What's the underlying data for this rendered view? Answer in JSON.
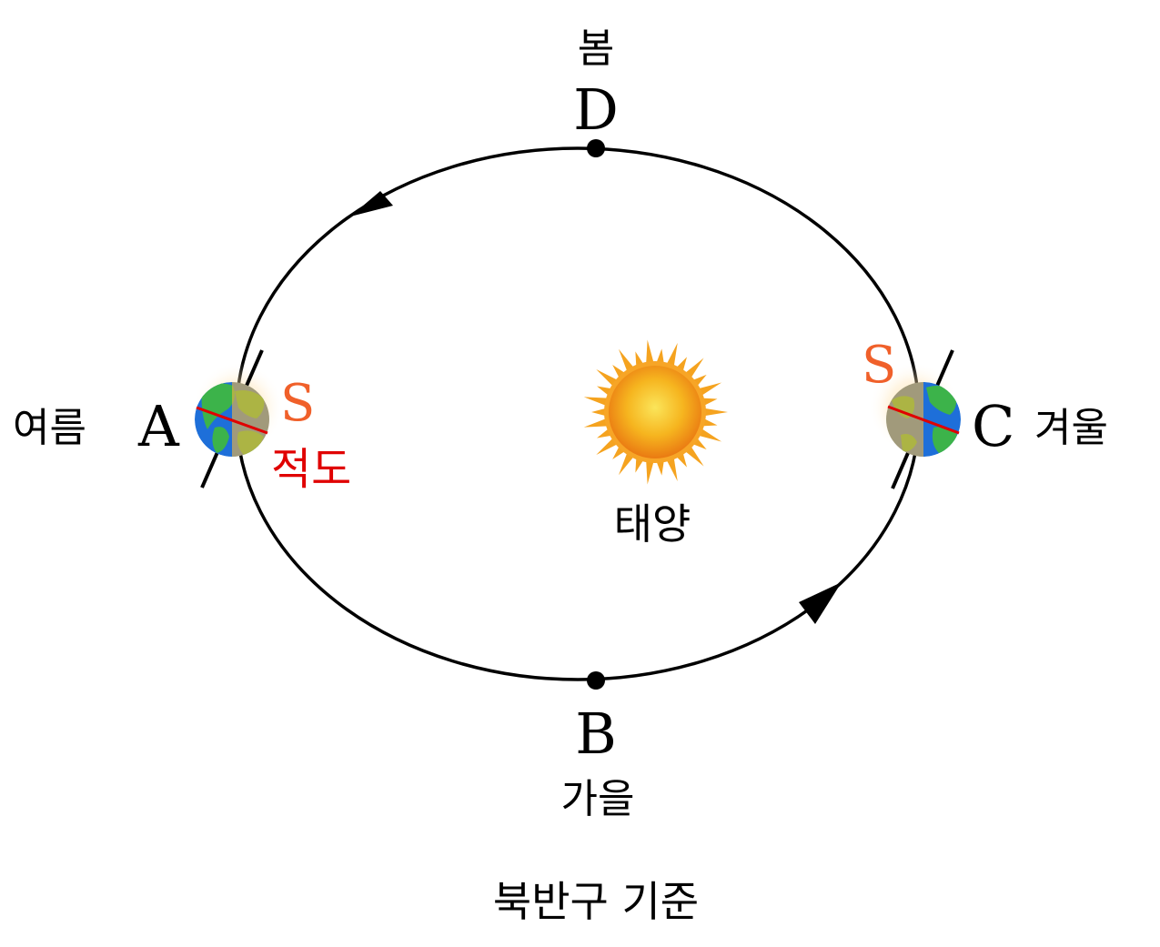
{
  "positions": {
    "a": {
      "letter": "A",
      "season": "여름"
    },
    "b": {
      "letter": "B",
      "season": "가을"
    },
    "c": {
      "letter": "C",
      "season": "겨울"
    },
    "d": {
      "letter": "D",
      "season": "봄"
    }
  },
  "sun_label": "태양",
  "earth_a": {
    "south_mark": "S",
    "equator_label": "적도"
  },
  "earth_c": {
    "south_mark": "S"
  },
  "caption": "북반구 기준",
  "colors": {
    "orbit": "#000000",
    "equator": "#e00000",
    "south_mark": "#f0602a",
    "ocean": "#1e6fd9",
    "land": "#3cb34a",
    "sun_core": "#f6c21a",
    "sun_rays": "#f5a31f",
    "night_shade": "#f2b441"
  },
  "icons": [
    "sun-icon",
    "earth-icon",
    "orbit-arrow-icon"
  ]
}
